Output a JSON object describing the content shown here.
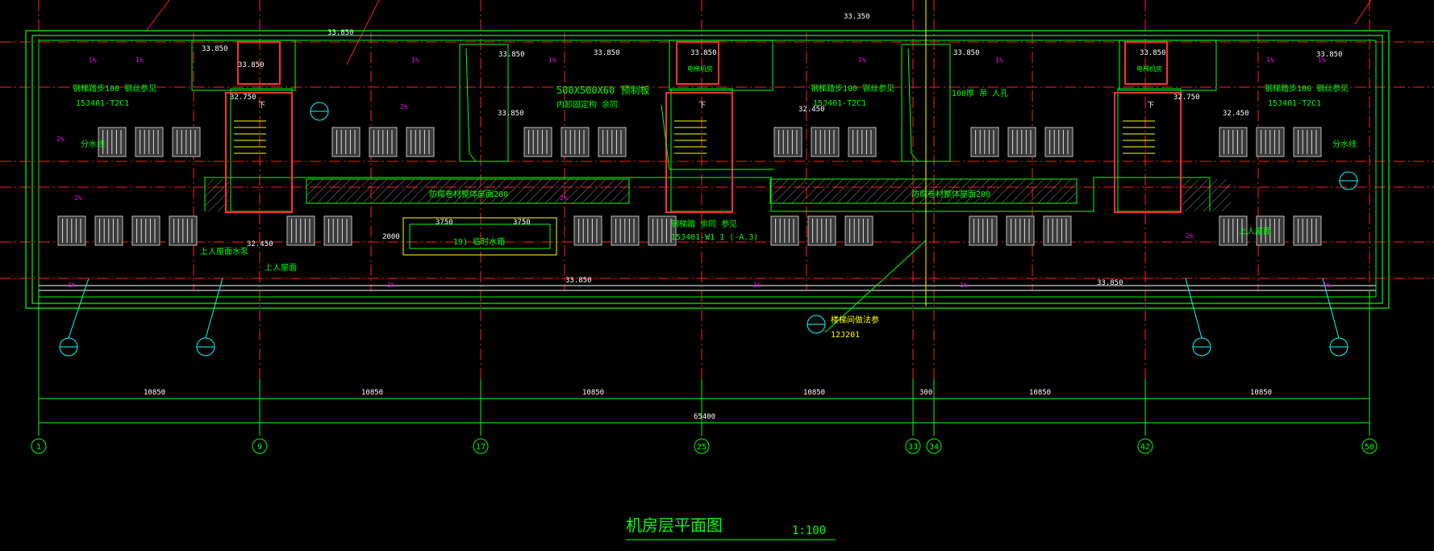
{
  "drawing": {
    "title": "机房层平面图",
    "scale": "1:100",
    "colors": {
      "background": "#000000",
      "wall": "#00ff00",
      "axis": "#ff0000",
      "dimension": "#00ff00",
      "annotation": "#ff00ff",
      "text": "#ffffff",
      "highlight": "#ffff00",
      "callout": "#00ffff"
    }
  },
  "axis_labels": [
    "1",
    "9",
    "17",
    "25",
    "33",
    "34",
    "42",
    "50"
  ],
  "dimensions": {
    "segments": [
      "10850",
      "10850",
      "10850",
      "10850",
      "300",
      "10850",
      "10850"
    ],
    "total": "65400"
  },
  "elevations": [
    "33.350",
    "33.850",
    "33.850",
    "33.850",
    "33.850",
    "33.850",
    "33.850",
    "33.850",
    "33.850",
    "33.850",
    "32.750",
    "32.750",
    "32.450",
    "32.450",
    "32.450",
    "33.850",
    "33.850",
    "33.850"
  ],
  "notes": {
    "equipment_panel": "500X500X60 预制板",
    "equipment_panel_sub": "内卸固定构 余同",
    "hatch_band_1": "防腐卷材整体屋面200",
    "hatch_band_2": "防腐卷材整体屋面200",
    "central_box_dim": "3750",
    "central_box_dim2": "3750",
    "central_box_side": "2000",
    "central_box_label": "19) 临时水箱",
    "left_note": "钢梯踏步100 钢丝参见",
    "left_ref": "15J401-T2C1",
    "mid_note": "钢梯踏步100 钢丝参见",
    "mid_ref": "15J401-T2C1",
    "right_note": "钢梯踏步100 钢丝参见",
    "right_ref": "15J401-T2C1",
    "walkway_ref": "15J401-W1 1 (-A.3)",
    "walkway_note": "钢梯踏 余同 参见",
    "hole_note": "100厚 吊 人孔",
    "callout_1": "楼梯间做法参",
    "callout_1_ref": "12J201",
    "roof_label_1": "上人屋面",
    "roof_label_2": "上人屋面",
    "drain_1": "分水线",
    "drain_2": "分水线",
    "slope": "1%",
    "slope2": "2%",
    "stair_label": "下",
    "lift_room": "电梯机房",
    "small_box": "电梯机房",
    "water_label": "上人屋面水泵"
  }
}
